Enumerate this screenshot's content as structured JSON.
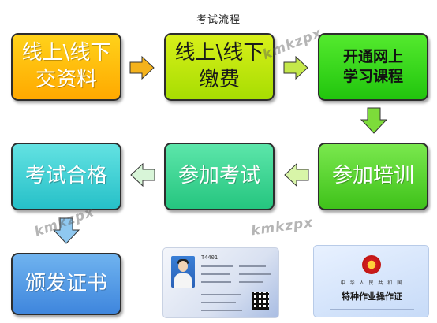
{
  "title": "考试流程",
  "steps": [
    {
      "label": "线上\\线下\n交资料"
    },
    {
      "label": "线上\\线下\n缴费"
    },
    {
      "label": "开通网上\n学习课程"
    },
    {
      "label": "参加培训"
    },
    {
      "label": "参加考试"
    },
    {
      "label": "考试合格"
    },
    {
      "label": "颁发证书"
    }
  ],
  "watermark": "kmkzpx",
  "id_card": {
    "number": "T4401"
  },
  "certificate": {
    "country": "中 华 人 民 共 和 国",
    "name": "特种作业操作证"
  },
  "colors": {
    "arrow_fill": "#a7e43a",
    "arrow_fill_light": "#d8f5a8"
  }
}
